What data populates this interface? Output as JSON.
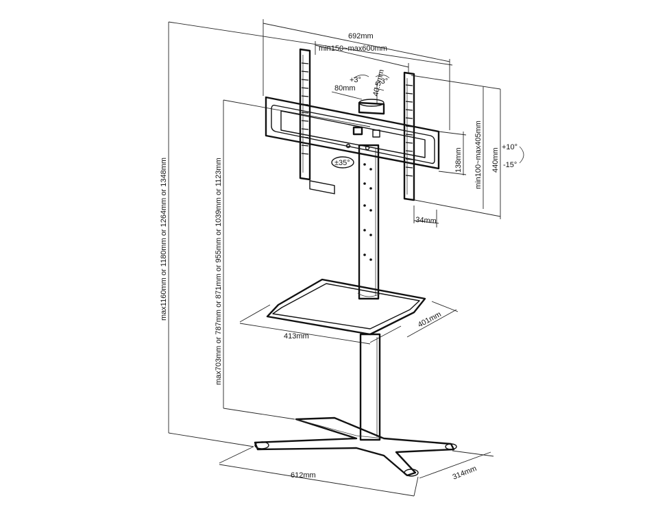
{
  "labels": {
    "overall_width": "692mm",
    "vesa_width": "min150~max600mm",
    "tilt_up": "+3°",
    "tilt_down": "-3°",
    "offset_80": "80mm",
    "offset_40_5": "40.5mm",
    "bracket_height": "138mm",
    "vesa_height": "min100~max405mm",
    "bracket_total_height": "440mm",
    "angle_plus": "+10°",
    "angle_minus": "-15°",
    "swivel": "±35°",
    "depth_34": "34mm",
    "total_height": "max1160mm or 1180mm or 1264mm or 1348mm",
    "mount_height": "max703mm or 787mm or 871mm or 955mm or 1039mm or 1123mm",
    "shelf_width": "413mm",
    "shelf_depth": "401mm",
    "base_width": "612mm",
    "base_depth": "314mm"
  }
}
